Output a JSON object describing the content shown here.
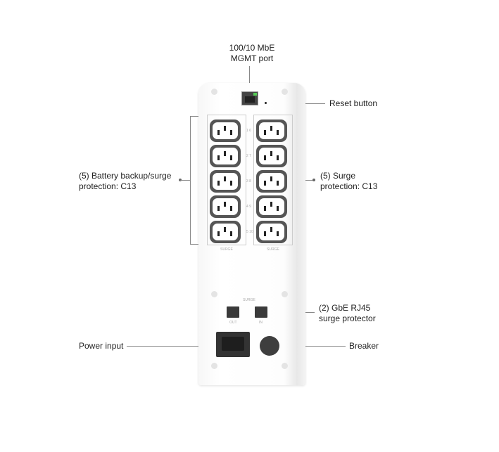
{
  "callouts": {
    "mgmt_port": [
      "100/10 MbE",
      "MGMT port"
    ],
    "reset": "Reset button",
    "battery_outlets": [
      "(5) Battery backup/surge",
      "protection: C13"
    ],
    "surge_outlets": [
      "(5) Surge",
      "protection: C13"
    ],
    "rj45": [
      "(2) GbE RJ45",
      "surge protector"
    ],
    "power": "Power input",
    "breaker": "Breaker"
  },
  "device": {
    "outlet_numbers": [
      "1 6",
      "2 7",
      "3 8",
      "4 9",
      "5 10"
    ],
    "left_group": "SURGE",
    "right_group": "SURGE",
    "rj_header": "SURGE",
    "rj_out": "OUT",
    "rj_in": "IN"
  }
}
